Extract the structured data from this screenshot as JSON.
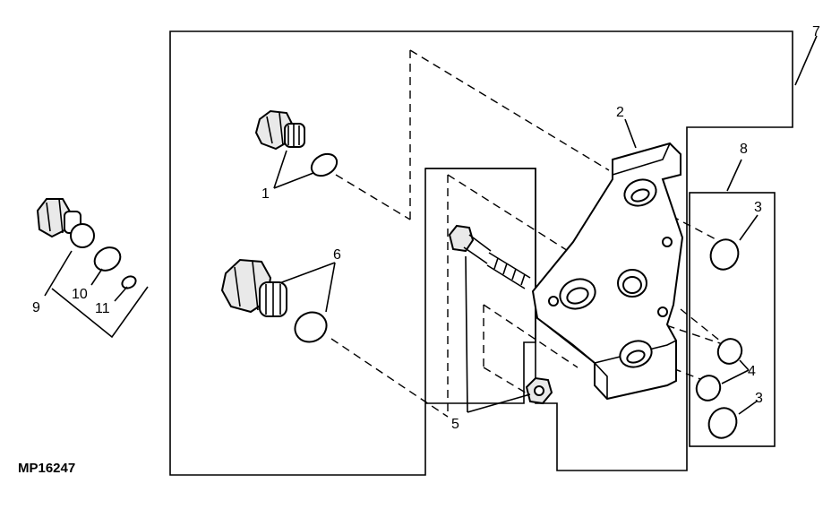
{
  "figure_code": "MP16247",
  "callouts": [
    {
      "id": "c1",
      "text": "1"
    },
    {
      "id": "c2",
      "text": "2"
    },
    {
      "id": "c3a",
      "text": "3"
    },
    {
      "id": "c3b",
      "text": "3"
    },
    {
      "id": "c4",
      "text": "4"
    },
    {
      "id": "c5",
      "text": "5"
    },
    {
      "id": "c6",
      "text": "6"
    },
    {
      "id": "c7",
      "text": "7"
    },
    {
      "id": "c8",
      "text": "8"
    },
    {
      "id": "c9",
      "text": "9"
    },
    {
      "id": "c10",
      "text": "10"
    },
    {
      "id": "c11",
      "text": "11"
    }
  ]
}
